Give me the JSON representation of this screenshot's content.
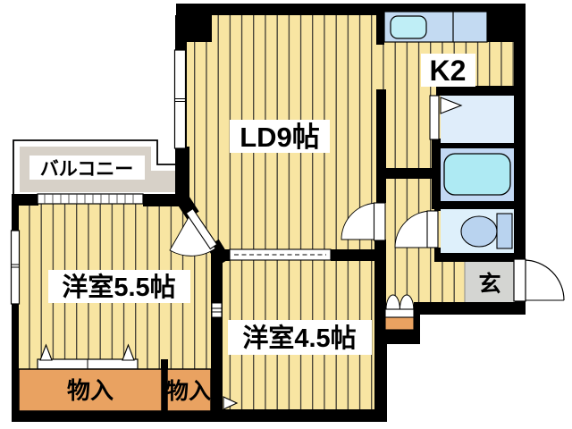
{
  "title": "apartment-floorplan",
  "rooms": {
    "balcony": {
      "label": "バルコニー"
    },
    "living_dining": {
      "label": "LD9帖"
    },
    "kitchen": {
      "label": "K2"
    },
    "west_room_55": {
      "label": "洋室5.5帖"
    },
    "west_room_45": {
      "label": "洋室4.5帖"
    },
    "storage_main": {
      "label": "物入"
    },
    "storage_small": {
      "label": "物入"
    },
    "entrance": {
      "label": "玄"
    }
  },
  "fixtures": [
    "kitchen-counter",
    "kitchen-sink",
    "washing-machine-door-marker",
    "bathtub",
    "toilet",
    "entrance-door",
    "sliding-doors",
    "closet-bifold-door"
  ],
  "colors": {
    "floor": "#f8e5a2",
    "stripe": "#1f1f1f",
    "wall": "#000000",
    "balcony": "#d7d1c8",
    "entrance_floor": "#d4d5d2",
    "storage": "#e9a261",
    "counter": "#c3daf2",
    "sink": "#bfeef6",
    "washroom": "#dfedfa",
    "bathroom": "#c3d9f4",
    "bathtub": "#aeeaf3",
    "toilet_room": "#def0fb",
    "toilet_fixture": "#b9d3ef",
    "label_bg": "#ffffff"
  }
}
